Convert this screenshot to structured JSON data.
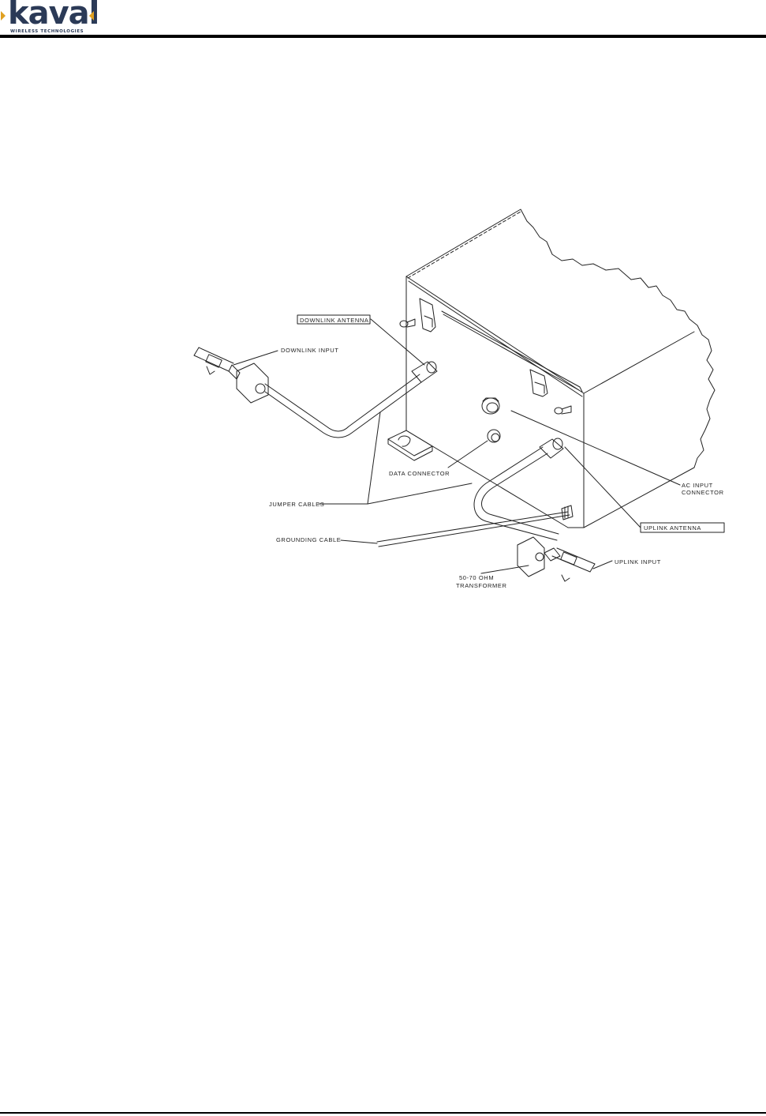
{
  "header": {
    "logo_text": "kaval",
    "logo_subtitle": "WIRELESS TECHNOLOGIES",
    "logo_accent_color": "#e0a020",
    "logo_text_color": "#2b3a57"
  },
  "diagram": {
    "labels": {
      "downlink_antenna": "DOWNLINK ANTENNA",
      "downlink_input": "DOWNLINK INPUT",
      "data_connector": "DATA CONNECTOR",
      "jumper_cables": "JUMPER CABLES",
      "grounding_cable": "GROUNDING CABLE",
      "ac_input_line1": "AC INPUT",
      "ac_input_line2": "CONNECTOR",
      "uplink_antenna": "UPLINK ANTENNA",
      "uplink_input": "UPLINK INPUT",
      "transformer_line1": "50-70 OHM",
      "transformer_line2": "TRANSFORMER"
    }
  }
}
